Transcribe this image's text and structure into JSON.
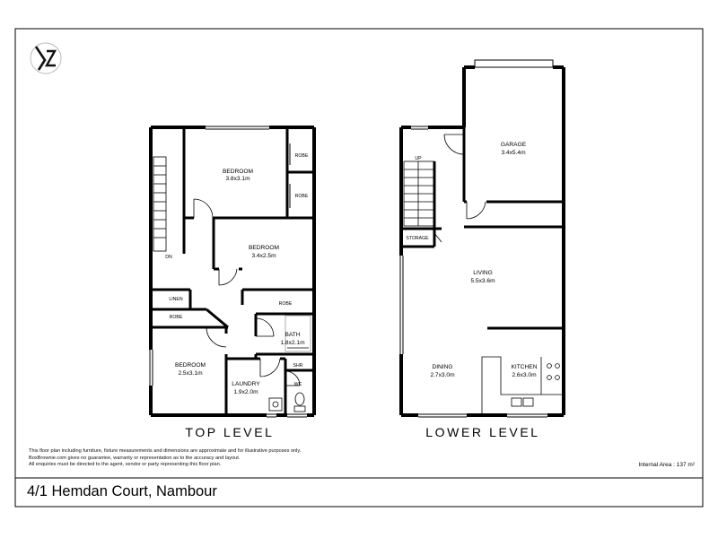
{
  "logo": {
    "icon": "kz-compass-logo"
  },
  "levels": {
    "top": "TOP LEVEL",
    "lower": "LOWER LEVEL"
  },
  "top_rooms": {
    "bedroom1": {
      "name": "BEDROOM",
      "size": "3.8x3.1m"
    },
    "robe1": "ROBE",
    "robe2": "ROBE",
    "bedroom2": {
      "name": "BEDROOM",
      "size": "3.4x2.5m"
    },
    "dn": "DN",
    "linen": "LINEN",
    "robe3": "ROBE",
    "robe4": "ROBE",
    "bath": {
      "name": "BATH",
      "size": "1.8x2.1m"
    },
    "bedroom3": {
      "name": "BEDROOM",
      "size": "2.5x3.1m"
    },
    "laundry": {
      "name": "LAUNDRY",
      "size": "1.9x2.0m"
    },
    "shr": "SHR",
    "wc": "WC"
  },
  "lower_rooms": {
    "garage": {
      "name": "GARAGE",
      "size": "3.4x5.4m"
    },
    "up": "UP",
    "storage": "STORAGE",
    "living": {
      "name": "LIVING",
      "size": "5.5x3.6m"
    },
    "dining": {
      "name": "DINING",
      "size": "2.7x3.0m"
    },
    "kitchen": {
      "name": "KITCHEN",
      "size": "2.6x3.0m"
    }
  },
  "disclaimer": [
    "This floor plan including furniture, fixture measurements and dimensions are approximate and for illustrative purposes only.",
    "BoxBrownie.com gives no guarantee, warranty or representation as to the accuracy and layout.",
    "All enquiries must be directed to the agent, vendor or party representing this floor plan."
  ],
  "internal_area": "Internal Area : 137 m²",
  "address": "4/1 Hemdan Court, Nambour"
}
